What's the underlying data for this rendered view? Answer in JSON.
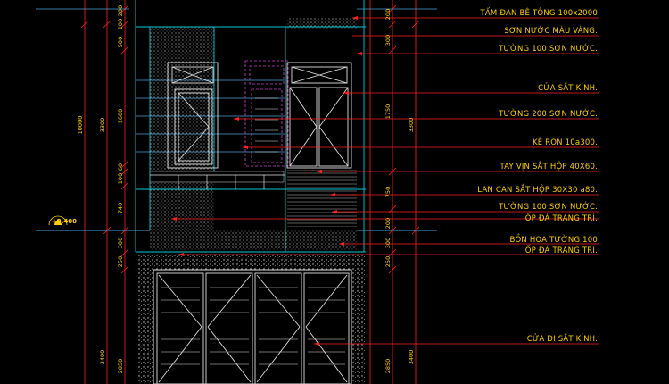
{
  "level_marker": "+3.400",
  "overall_dimension": "10000",
  "left_dims_outer": [
    "3300",
    "3400"
  ],
  "left_dims_inner": [
    "200",
    "100",
    "500",
    "1600",
    "60",
    "100",
    "740",
    "300",
    "250",
    "2850"
  ],
  "right_dims_inner": [
    "200",
    "300",
    "1750",
    "750",
    "200",
    "300",
    "250",
    "2850"
  ],
  "right_dims_outer": [
    "3300",
    "3400"
  ],
  "annotations": [
    "TẤM ĐAN BÊ TÔNG 100x2000",
    "SƠN NƯỚC MÀU VÀNG.",
    "TƯỜNG 100 SƠN NƯỚC.",
    "CỬA SẮT KÍNH.",
    "TƯỜNG 200 SƠN NƯỚC.",
    "KẺ RON 10a300.",
    "TAY VỊN SẮT HỘP 40X60.",
    "LAN CAN SẮT HỘP 30X30 a80.",
    "TƯỜNG 100 SƠN NƯỚC.",
    "ỐP ĐÁ TRANG TRÍ.",
    "BỒN HOA TƯỜNG 100",
    "ỐP ĐÁ TRANG TRÍ.",
    "CỬA ĐI SẮT KÍNH."
  ],
  "colors": {
    "background": "#000000",
    "dimension": "#ff2020",
    "text": "#ffd000",
    "outline": "#00c8d8",
    "hatch": "#bdbdbd",
    "window": "#e0e0e0",
    "door_hidden": "#d040d0"
  }
}
